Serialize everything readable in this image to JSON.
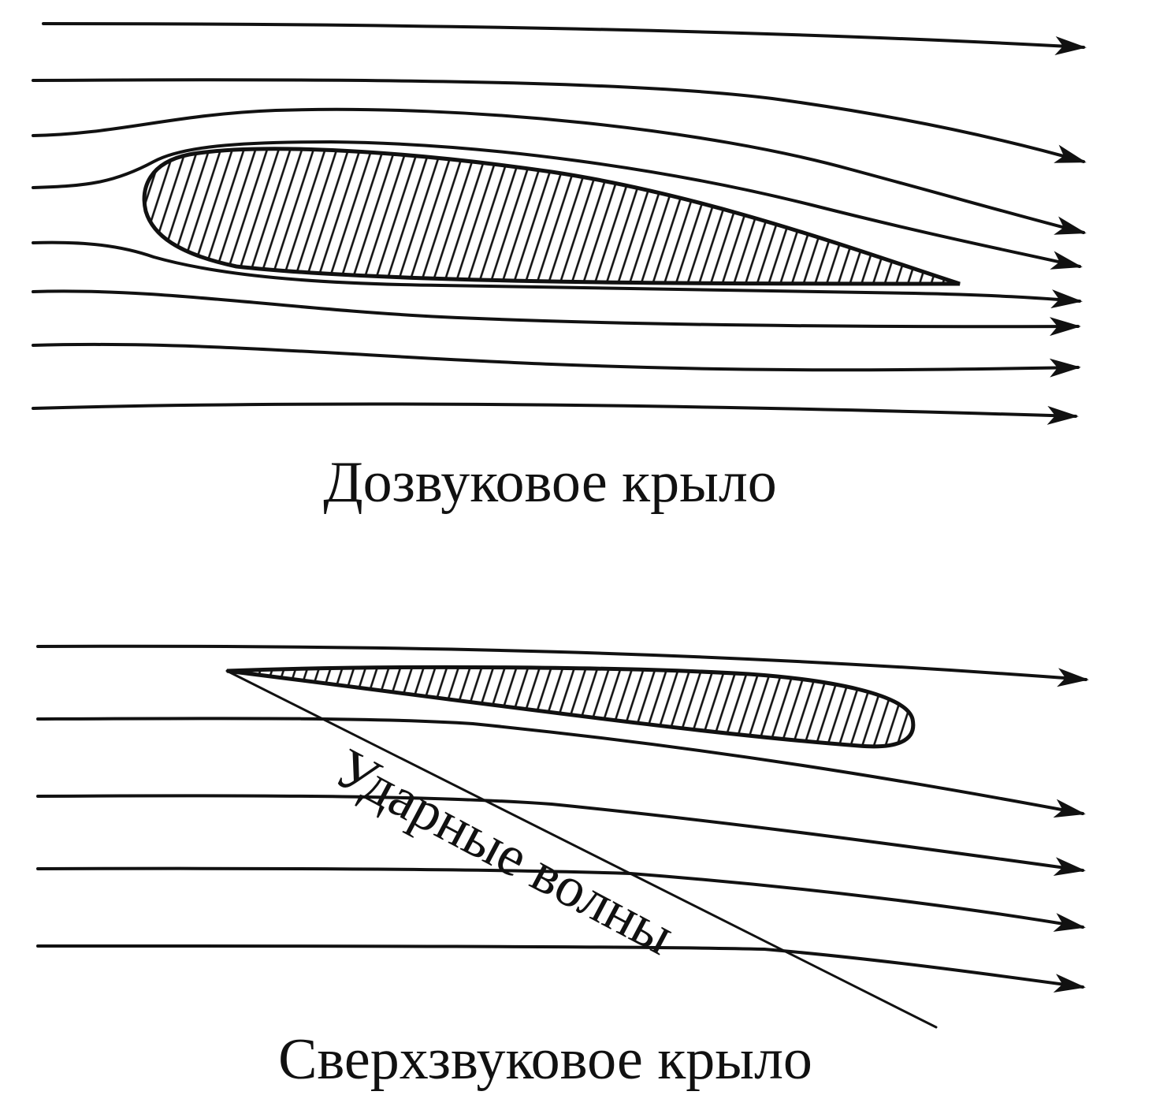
{
  "colors": {
    "ink": "#111111",
    "background": "#ffffff"
  },
  "subsonic": {
    "caption": "Дозвуковое крыло"
  },
  "supersonic": {
    "caption": "Сверхзвуковое крыло",
    "shock_label": "Ударные волны"
  }
}
